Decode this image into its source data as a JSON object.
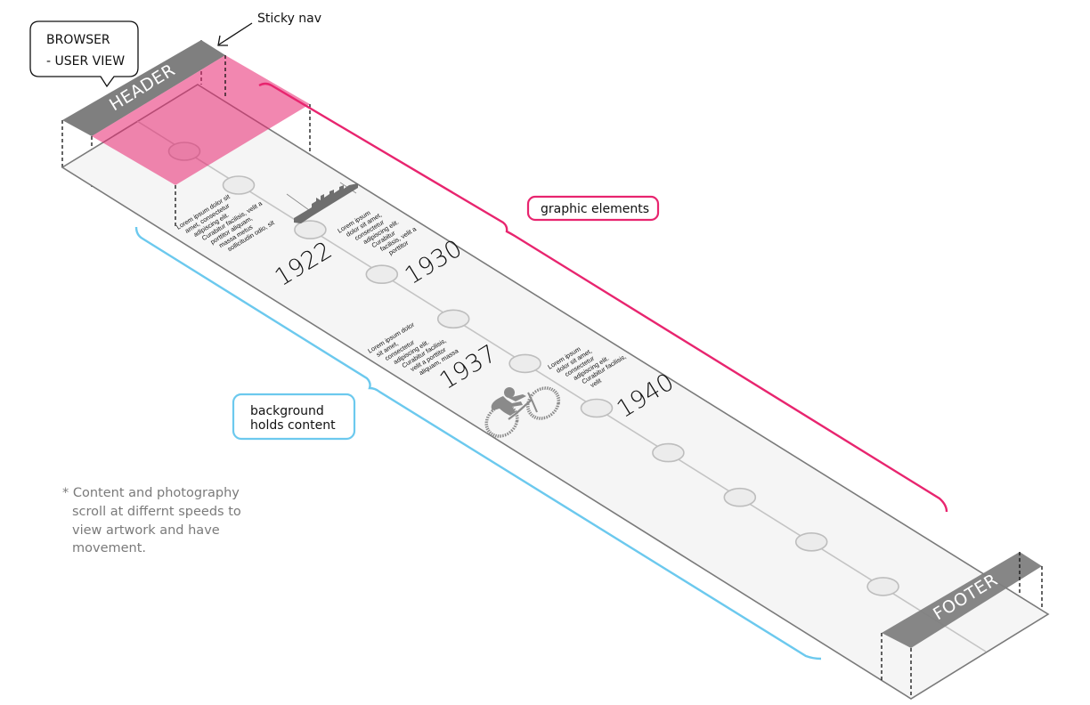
{
  "diagram": {
    "title_callout": [
      "BROWSER",
      "- USER VIEW"
    ],
    "sticky_nav_label": "Sticky nav",
    "header_label": "HEADER",
    "footer_label": "FOOTER",
    "graphic_elements_label": "graphic elements",
    "background_label": [
      "background",
      "holds content"
    ],
    "footnote": [
      "* Content and photography",
      "scroll at differnt speeds to",
      "view artwork and have",
      "movement."
    ],
    "colors": {
      "pink": "#e8256f",
      "pink_fill": "#ee85b0",
      "blue": "#6cc9ee",
      "band_gray": "#7f7f7f",
      "plane_fill": "#f5f5f5",
      "plane_stroke": "#7a7a7a",
      "node_fill": "#ececec",
      "node_stroke": "#bdbdbd"
    },
    "timeline": {
      "node_count": 11,
      "events": [
        {
          "year": "1922",
          "text": [
            "Lorem ipsum dolor sit",
            "amet, consectetur",
            "adipiscing elit.",
            "Curabitur facilisis, velit a",
            "porttitor aliquam,",
            "massa metus",
            "sollicitudin odio, sit"
          ],
          "graphic": "ship-icon"
        },
        {
          "year": "1930",
          "text": [
            "Lorem ipsum",
            "dolor sit amet,",
            "consectetur",
            "adipiscing elit.",
            "Curabitur",
            "facilisis, velit a",
            "porttitor"
          ]
        },
        {
          "year": "1937",
          "text": [
            "Lorem ipsum dolor",
            "sit amet,",
            "consectetur",
            "adipiscing elit.",
            "Curabitur facilisis,",
            "velit a porttitor",
            "aliquam, massa"
          ],
          "graphic": "cyclist-icon"
        },
        {
          "year": "1940",
          "text": [
            "Lorem ipsum",
            "dolor sit amet,",
            "consectetur",
            "adipiscing elit.",
            "Curabitur facilisis,",
            "velit"
          ]
        }
      ]
    }
  }
}
